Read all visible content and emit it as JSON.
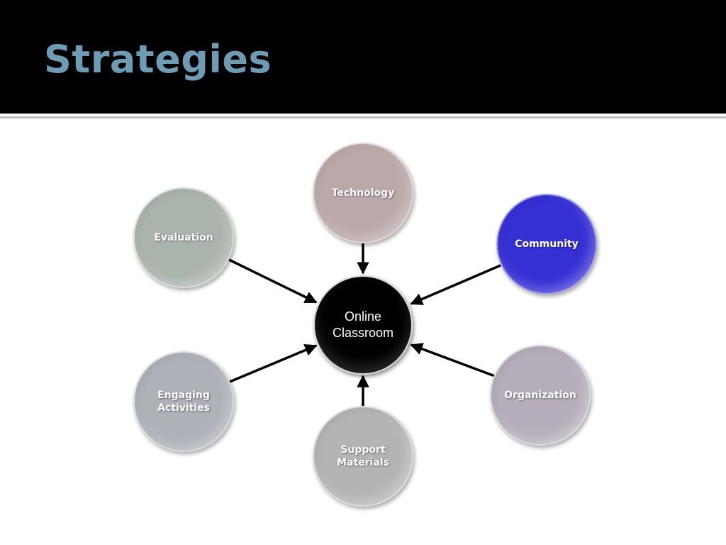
{
  "slide": {
    "title": "Strategies"
  },
  "diagram": {
    "center": {
      "label": "Online\nClassroom",
      "color": "#000000"
    },
    "nodes": [
      {
        "id": "technology",
        "label": "Technology",
        "color": "#bba9aa"
      },
      {
        "id": "community",
        "label": "Community",
        "color": "#3530d4"
      },
      {
        "id": "organization",
        "label": "Organization",
        "color": "#b5aeba"
      },
      {
        "id": "support-materials",
        "label": "Support\nMaterials",
        "color": "#b4b4b4"
      },
      {
        "id": "engaging-activities",
        "label": "Engaging\nActivities",
        "color": "#aeb1b8"
      },
      {
        "id": "evaluation",
        "label": "Evaluation",
        "color": "#abb3ad"
      }
    ]
  }
}
